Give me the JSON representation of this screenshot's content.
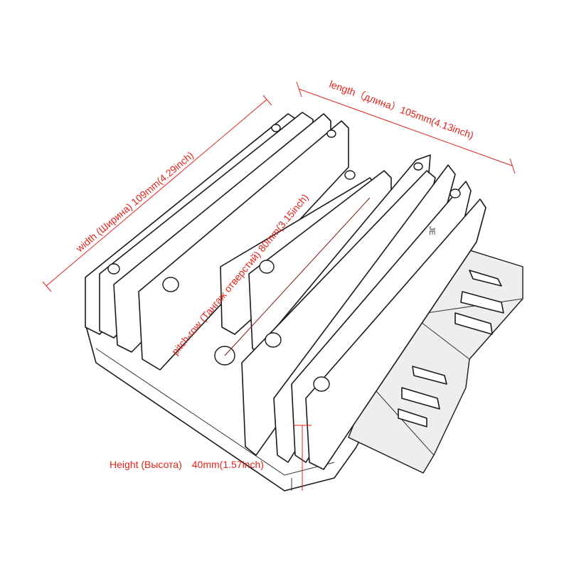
{
  "labels": {
    "width": "width (Ширина) 109mm(4.29inch)",
    "length": "length（длина）105mm(4.13inch)",
    "pitch_row": "pitch-row (Тангаж отверстий) 80mm(3.15inch)",
    "height": "Height (Высота)　40mm(1.57inch)",
    "part_mark": "JE"
  },
  "colors": {
    "dimension": "#e2231a",
    "outline": "#1a1a1a",
    "background": "#ffffff"
  }
}
